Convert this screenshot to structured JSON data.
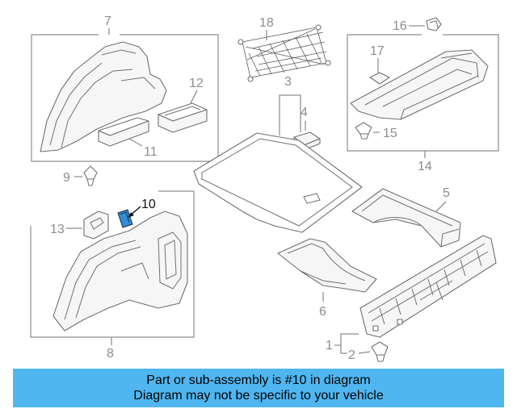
{
  "part_labels": {
    "p1": "1",
    "p2": "2",
    "p3": "3",
    "p4": "4",
    "p5": "5",
    "p6": "6",
    "p7": "7",
    "p8": "8",
    "p9": "9",
    "p10": "10",
    "p11": "11",
    "p12": "12",
    "p13": "13",
    "p14": "14",
    "p15": "15",
    "p16": "16",
    "p17": "17",
    "p18": "18"
  },
  "highlighted_part": "10",
  "highlight_color": "#2f8fd8",
  "banner": {
    "line1": "Part or sub-assembly is #10 in diagram",
    "line2": "Diagram may not be specific to your vehicle",
    "background": "#4fb6f0"
  }
}
